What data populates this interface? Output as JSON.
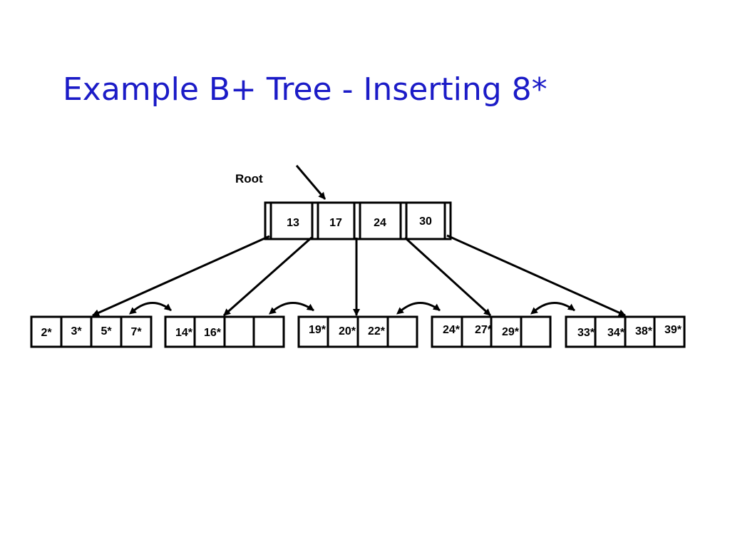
{
  "slide": {
    "title": "Example B+ Tree - Inserting 8*"
  },
  "tree": {
    "root_label": "Root",
    "root_node": {
      "keys": [
        "13",
        "17",
        "24",
        "30"
      ]
    },
    "leaves": [
      {
        "entries": [
          "2*",
          "3*",
          "5*",
          "7*"
        ]
      },
      {
        "entries": [
          "14*",
          "16*",
          "",
          ""
        ]
      },
      {
        "entries": [
          "19*",
          "20*",
          "22*",
          ""
        ]
      },
      {
        "entries": [
          "24*",
          "27*",
          "29*",
          ""
        ]
      },
      {
        "entries": [
          "33*",
          "34*",
          "38*",
          "39*"
        ]
      }
    ]
  },
  "colors": {
    "title": "#1b1bc7",
    "line": "#000000",
    "background": "#ffffff"
  }
}
